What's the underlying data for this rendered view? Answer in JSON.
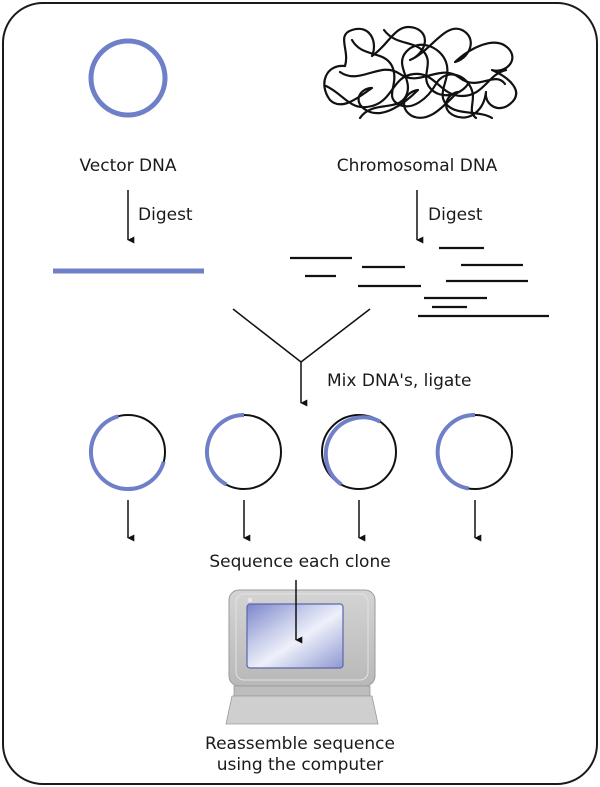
{
  "labels": {
    "vector_dna": "Vector DNA",
    "chromosomal_dna": "Chromosomal DNA",
    "digest_left": "Digest",
    "digest_right": "Digest",
    "mix_ligate": "Mix DNA's, ligate",
    "sequence_clone": "Sequence each clone",
    "reassemble_line1": "Reassemble sequence",
    "reassemble_line2": "using the computer"
  },
  "colors": {
    "vector": "#6f7fc8",
    "chromosomal": "#111111",
    "screen_light": "#e6e9f7",
    "screen_dark": "#7b86c9",
    "monitor": "#c9c9c9"
  }
}
